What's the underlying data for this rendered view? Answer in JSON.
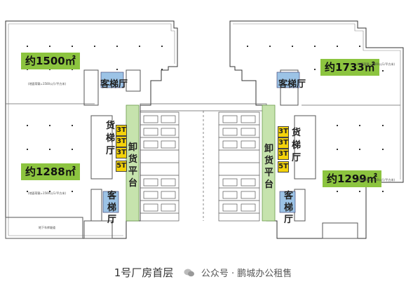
{
  "left": {
    "area_top": "约1500㎡",
    "area_bottom": "约1288㎡",
    "passenger_lift_top": "客梯厅",
    "freight_lift": [
      "货",
      "梯",
      "厅"
    ],
    "lifts": [
      "3T",
      "3T",
      "3T",
      "5T"
    ],
    "passenger_lift_bottom": [
      "客",
      "梯",
      "厅"
    ],
    "platform": [
      "卸",
      "货",
      "平",
      "台"
    ],
    "load_note_top": "(地面荷载=1500公斤/平方米)",
    "load_note_bottom": "(地面荷载=1500公斤/平方米)",
    "room_note": "地下车库坡道"
  },
  "right": {
    "area_top": "约1733㎡",
    "area_bottom": "约1299㎡",
    "passenger_lift_top": "客梯厅",
    "freight_lift": [
      "货",
      "梯",
      "厅"
    ],
    "lifts": [
      "3T",
      "3T",
      "3T",
      "5T"
    ],
    "passenger_lift_bottom": [
      "客",
      "梯",
      "厅"
    ],
    "platform": [
      "卸",
      "货",
      "平",
      "台"
    ],
    "load_note_top": "(地面荷载=1500公斤/平方米)",
    "load_note_bottom": "(地面荷载=1500公斤/平方米)"
  },
  "caption": {
    "title": "1号厂房首层",
    "source": "公众号 · 鹏城办公租售"
  },
  "colors": {
    "area_tag": "#8cc43f",
    "lift_box": "#f3d20b",
    "platform_strip": "#c6e3ad",
    "lift_core": "#9cc3e6"
  }
}
